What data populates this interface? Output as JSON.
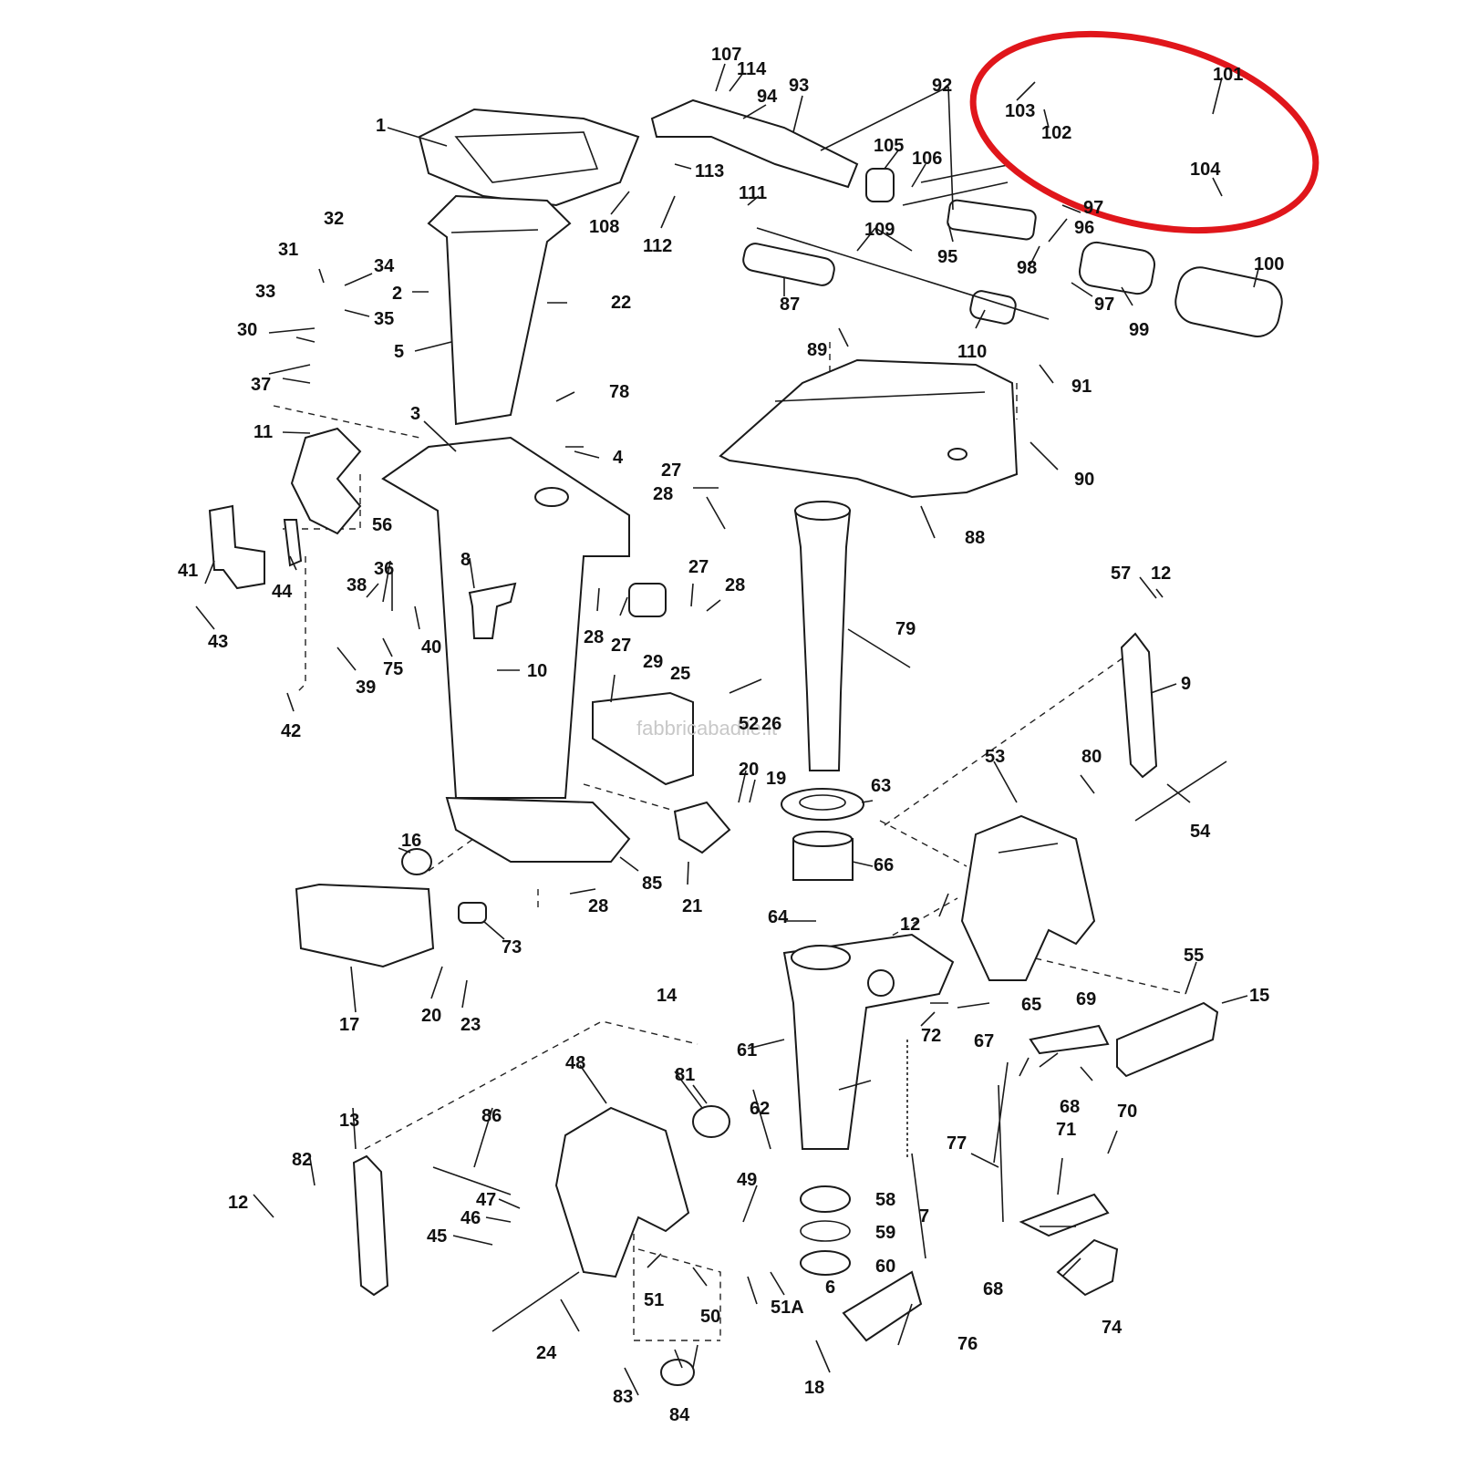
{
  "watermark": "fabbricabadile.it",
  "highlight_color": "#e0161b",
  "labels": [
    {
      "id": "1",
      "t": "1"
    },
    {
      "id": "2",
      "t": "2"
    },
    {
      "id": "3",
      "t": "3"
    },
    {
      "id": "4",
      "t": "4"
    },
    {
      "id": "5",
      "t": "5"
    },
    {
      "id": "6",
      "t": "6"
    },
    {
      "id": "7",
      "t": "7"
    },
    {
      "id": "8",
      "t": "8"
    },
    {
      "id": "9",
      "t": "9"
    },
    {
      "id": "10",
      "t": "10"
    },
    {
      "id": "11",
      "t": "11"
    },
    {
      "id": "12a",
      "t": "12"
    },
    {
      "id": "12b",
      "t": "12"
    },
    {
      "id": "12c",
      "t": "12"
    },
    {
      "id": "13",
      "t": "13"
    },
    {
      "id": "14",
      "t": "14"
    },
    {
      "id": "15",
      "t": "15"
    },
    {
      "id": "16",
      "t": "16"
    },
    {
      "id": "17",
      "t": "17"
    },
    {
      "id": "18",
      "t": "18"
    },
    {
      "id": "19",
      "t": "19"
    },
    {
      "id": "20a",
      "t": "20"
    },
    {
      "id": "20b",
      "t": "20"
    },
    {
      "id": "21",
      "t": "21"
    },
    {
      "id": "22",
      "t": "22"
    },
    {
      "id": "23",
      "t": "23"
    },
    {
      "id": "24",
      "t": "24"
    },
    {
      "id": "25",
      "t": "25"
    },
    {
      "id": "26",
      "t": "26"
    },
    {
      "id": "27a",
      "t": "27"
    },
    {
      "id": "27b",
      "t": "27"
    },
    {
      "id": "27c",
      "t": "27"
    },
    {
      "id": "28a",
      "t": "28"
    },
    {
      "id": "28b",
      "t": "28"
    },
    {
      "id": "28c",
      "t": "28"
    },
    {
      "id": "28d",
      "t": "28"
    },
    {
      "id": "29",
      "t": "29"
    },
    {
      "id": "30",
      "t": "30"
    },
    {
      "id": "31",
      "t": "31"
    },
    {
      "id": "32",
      "t": "32"
    },
    {
      "id": "33",
      "t": "33"
    },
    {
      "id": "34",
      "t": "34"
    },
    {
      "id": "35",
      "t": "35"
    },
    {
      "id": "36",
      "t": "36"
    },
    {
      "id": "37",
      "t": "37"
    },
    {
      "id": "38",
      "t": "38"
    },
    {
      "id": "39",
      "t": "39"
    },
    {
      "id": "40",
      "t": "40"
    },
    {
      "id": "41",
      "t": "41"
    },
    {
      "id": "42",
      "t": "42"
    },
    {
      "id": "43",
      "t": "43"
    },
    {
      "id": "44",
      "t": "44"
    },
    {
      "id": "45",
      "t": "45"
    },
    {
      "id": "46",
      "t": "46"
    },
    {
      "id": "47",
      "t": "47"
    },
    {
      "id": "48",
      "t": "48"
    },
    {
      "id": "49",
      "t": "49"
    },
    {
      "id": "50",
      "t": "50"
    },
    {
      "id": "51",
      "t": "51"
    },
    {
      "id": "51A",
      "t": "51A"
    },
    {
      "id": "52",
      "t": "52"
    },
    {
      "id": "53",
      "t": "53"
    },
    {
      "id": "54",
      "t": "54"
    },
    {
      "id": "55",
      "t": "55"
    },
    {
      "id": "56",
      "t": "56"
    },
    {
      "id": "57",
      "t": "57"
    },
    {
      "id": "58",
      "t": "58"
    },
    {
      "id": "59",
      "t": "59"
    },
    {
      "id": "60",
      "t": "60"
    },
    {
      "id": "61",
      "t": "61"
    },
    {
      "id": "62",
      "t": "62"
    },
    {
      "id": "63",
      "t": "63"
    },
    {
      "id": "64",
      "t": "64"
    },
    {
      "id": "65",
      "t": "65"
    },
    {
      "id": "66",
      "t": "66"
    },
    {
      "id": "67",
      "t": "67"
    },
    {
      "id": "68a",
      "t": "68"
    },
    {
      "id": "68b",
      "t": "68"
    },
    {
      "id": "69",
      "t": "69"
    },
    {
      "id": "70",
      "t": "70"
    },
    {
      "id": "71",
      "t": "71"
    },
    {
      "id": "72",
      "t": "72"
    },
    {
      "id": "73",
      "t": "73"
    },
    {
      "id": "74",
      "t": "74"
    },
    {
      "id": "75",
      "t": "75"
    },
    {
      "id": "76",
      "t": "76"
    },
    {
      "id": "77",
      "t": "77"
    },
    {
      "id": "78",
      "t": "78"
    },
    {
      "id": "79",
      "t": "79"
    },
    {
      "id": "80",
      "t": "80"
    },
    {
      "id": "81",
      "t": "81"
    },
    {
      "id": "82",
      "t": "82"
    },
    {
      "id": "83",
      "t": "83"
    },
    {
      "id": "84",
      "t": "84"
    },
    {
      "id": "85",
      "t": "85"
    },
    {
      "id": "86",
      "t": "86"
    },
    {
      "id": "87",
      "t": "87"
    },
    {
      "id": "88",
      "t": "88"
    },
    {
      "id": "89",
      "t": "89"
    },
    {
      "id": "90",
      "t": "90"
    },
    {
      "id": "91",
      "t": "91"
    },
    {
      "id": "92",
      "t": "92"
    },
    {
      "id": "93",
      "t": "93"
    },
    {
      "id": "94",
      "t": "94"
    },
    {
      "id": "95",
      "t": "95"
    },
    {
      "id": "96",
      "t": "96"
    },
    {
      "id": "97a",
      "t": "97"
    },
    {
      "id": "97b",
      "t": "97"
    },
    {
      "id": "98",
      "t": "98"
    },
    {
      "id": "99",
      "t": "99"
    },
    {
      "id": "100",
      "t": "100"
    },
    {
      "id": "101",
      "t": "101"
    },
    {
      "id": "102",
      "t": "102"
    },
    {
      "id": "103",
      "t": "103"
    },
    {
      "id": "104",
      "t": "104"
    },
    {
      "id": "105",
      "t": "105"
    },
    {
      "id": "106",
      "t": "106"
    },
    {
      "id": "107",
      "t": "107"
    },
    {
      "id": "108",
      "t": "108"
    },
    {
      "id": "109",
      "t": "109"
    },
    {
      "id": "110",
      "t": "110"
    },
    {
      "id": "111",
      "t": "111"
    },
    {
      "id": "112",
      "t": "112"
    },
    {
      "id": "113",
      "t": "113"
    },
    {
      "id": "114",
      "t": "114"
    }
  ]
}
